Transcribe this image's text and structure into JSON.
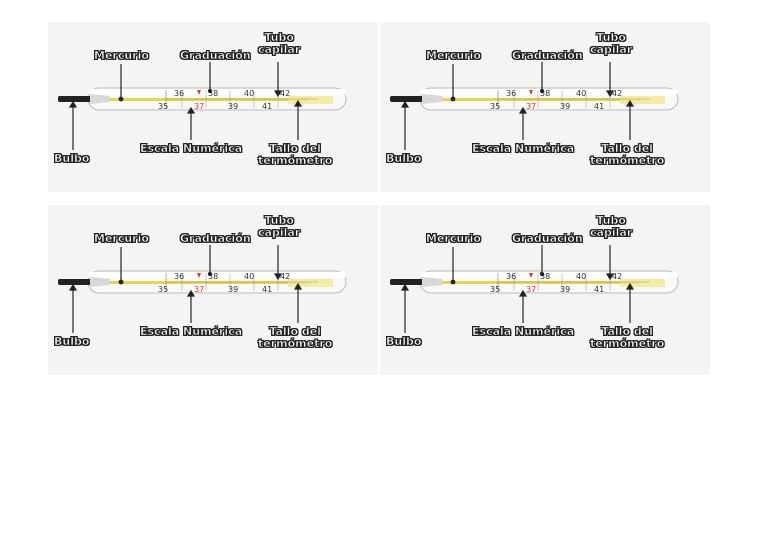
{
  "labels": {
    "mercurio": "Mercurio",
    "graduacion": "Graduación",
    "tubo_line1": "Tubo",
    "tubo_line2": "capilar",
    "bulbo": "Bulbo",
    "escala": "Escala Numérica",
    "tallo_line1": "Tallo del",
    "tallo_line2": "termómetro"
  },
  "scale": {
    "top_numbers": [
      "36",
      "38",
      "40",
      "42"
    ],
    "bottom_numbers": [
      "35",
      "37",
      "39",
      "41"
    ]
  },
  "colors": {
    "mercury": "#e8d64a",
    "red_mark": "#d63a2a",
    "ink": "#333333"
  }
}
